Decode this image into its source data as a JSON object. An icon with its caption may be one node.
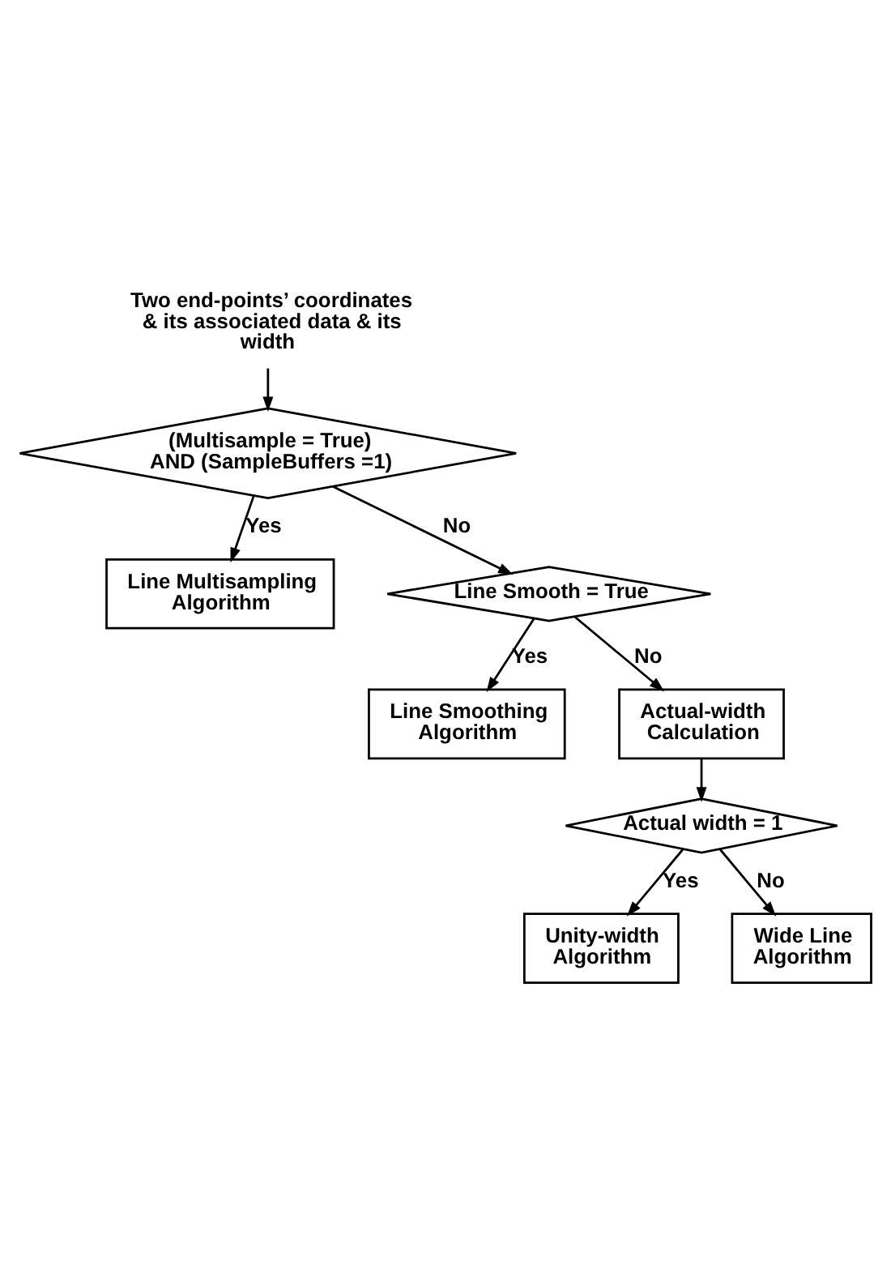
{
  "diagram": {
    "nodes": [
      {
        "text": [
          "Two end-points’ coordinates & its associated data & its width"
        ]
      },
      {
        "text": [
          "(Multisample = True) AND (SampleBuffers =1)"
        ]
      },
      {
        "text": [
          "Line Multisampling Algorithm"
        ]
      },
      {
        "text": [
          "Line Smooth = True"
        ]
      },
      {
        "text": [
          "Line Smoothing Algorithm"
        ]
      },
      {
        "text": [
          "Actual-width Calculation"
        ]
      },
      {
        "text": [
          "Actual width = 1"
        ]
      },
      {
        "text": [
          "Unity-width Algorithm"
        ]
      },
      {
        "text": [
          "Wide Line Algorithm"
        ]
      }
    ],
    "edges": [
      {
        "from": 0,
        "to": 1,
        "arrow": "to"
      },
      {
        "from": 1,
        "to": 2,
        "arrow": "to",
        "label": "Yes"
      },
      {
        "from": 1,
        "to": 3,
        "arrow": "to",
        "label": "No"
      },
      {
        "from": 3,
        "to": 4,
        "arrow": "to",
        "label": "Yes"
      },
      {
        "from": 3,
        "to": 5,
        "arrow": "to",
        "label": "No"
      },
      {
        "from": 5,
        "to": 6,
        "arrow": "to"
      },
      {
        "from": 6,
        "to": 7,
        "arrow": "to",
        "label": "Yes"
      },
      {
        "from": 6,
        "to": 8,
        "arrow": "to",
        "label": "No"
      }
    ]
  }
}
